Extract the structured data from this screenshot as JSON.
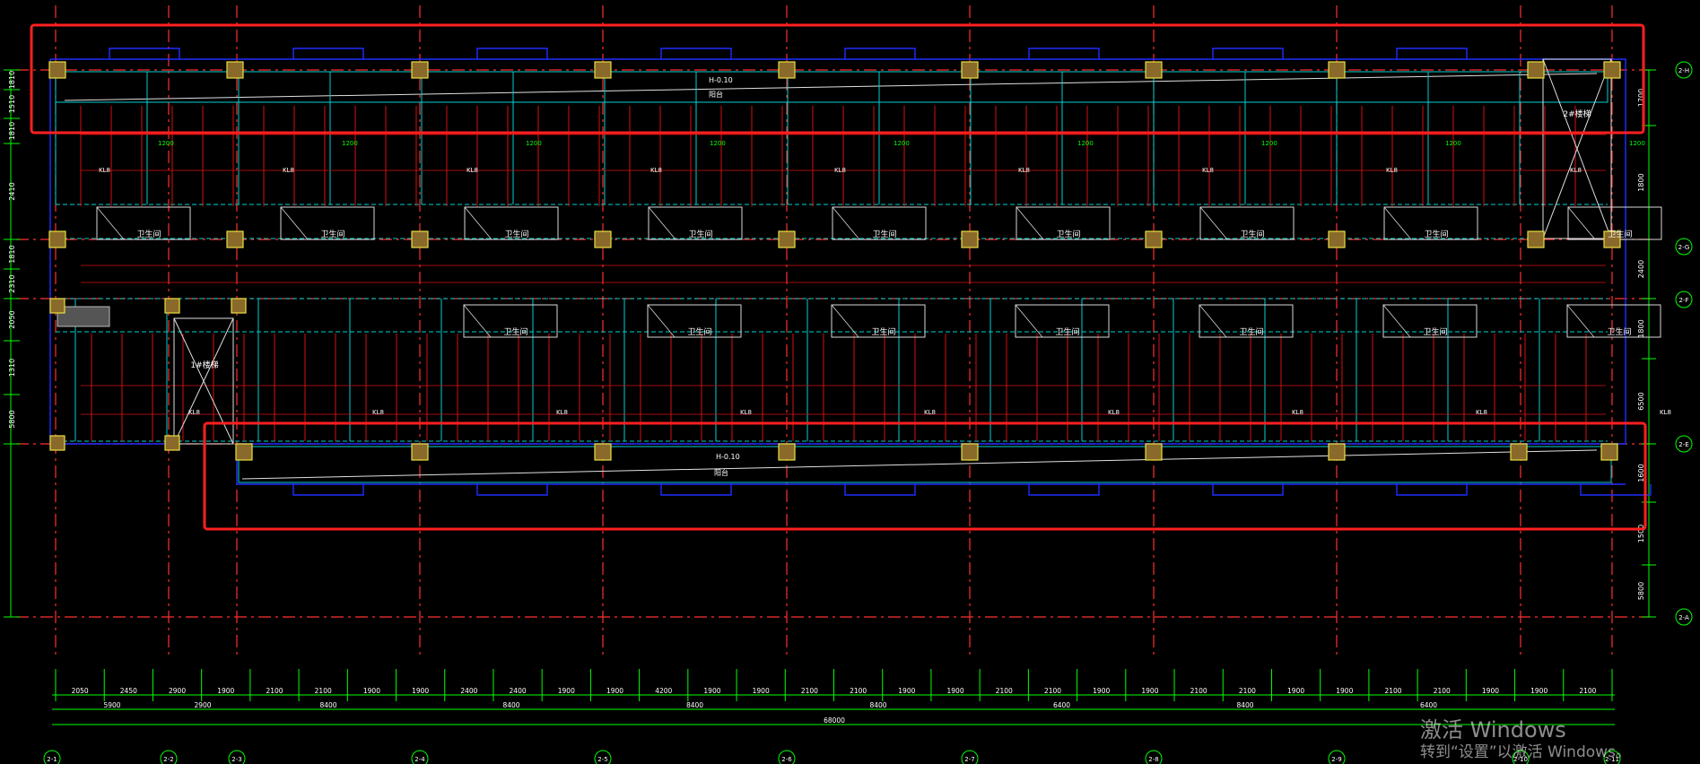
{
  "drawing": {
    "colors": {
      "background": "#000000",
      "axis": "#ff3030",
      "dim": "#00ff00",
      "wall": "#1f2dff",
      "glass": "#00d0d0",
      "beam": "#d61010",
      "column_fill": "#8a6a2a",
      "column_stroke": "#e8e040",
      "highlight": "#ff2020",
      "text": "#ffffff",
      "dim_text": "#ffffff"
    },
    "bay_markers": [
      "2-1",
      "2-2",
      "2-3",
      "2-4",
      "2-5",
      "2-6",
      "2-7",
      "2-8",
      "2-9",
      "2-10",
      "2-11"
    ],
    "row_markers": [
      "2-H",
      "2-G",
      "2-F",
      "2-E",
      "2-A"
    ],
    "left_dims": [
      "1810",
      "1510",
      "1810",
      "2410",
      "1810",
      "2310",
      "2050",
      "1310",
      "5800"
    ],
    "right_dims": [
      "1700",
      "1800",
      "2400",
      "1800",
      "6500",
      "1600",
      "1500",
      "5800"
    ],
    "bottom_dims_row1": [
      "2050",
      "2450",
      "2900",
      "1900",
      "2100",
      "2100",
      "1900",
      "1900",
      "2400",
      "2400",
      "1900",
      "1900",
      "4200",
      "1900",
      "1900",
      "2100",
      "2100",
      "1900",
      "1900",
      "2100",
      "2100",
      "1900",
      "1900",
      "2100",
      "2100",
      "1900",
      "1900",
      "2100",
      "2100",
      "1900",
      "1900",
      "2100"
    ],
    "bottom_dims_row2": [
      "5900",
      "2900",
      "8400",
      "8400",
      "8400",
      "8400",
      "6400",
      "8400",
      "6400"
    ],
    "bottom_dims_total": "68000",
    "room_label": "卫生间",
    "stair_label_1": "1#楼梯",
    "stair_label_2": "2#楼梯",
    "balcony_label": "阳台",
    "elevation_label": "H-0.10",
    "beam_label": "KL8",
    "dim_small": "1200"
  },
  "watermark": {
    "title": "激活 Windows",
    "subtitle": "转到“设置”以激活 Windows。"
  }
}
